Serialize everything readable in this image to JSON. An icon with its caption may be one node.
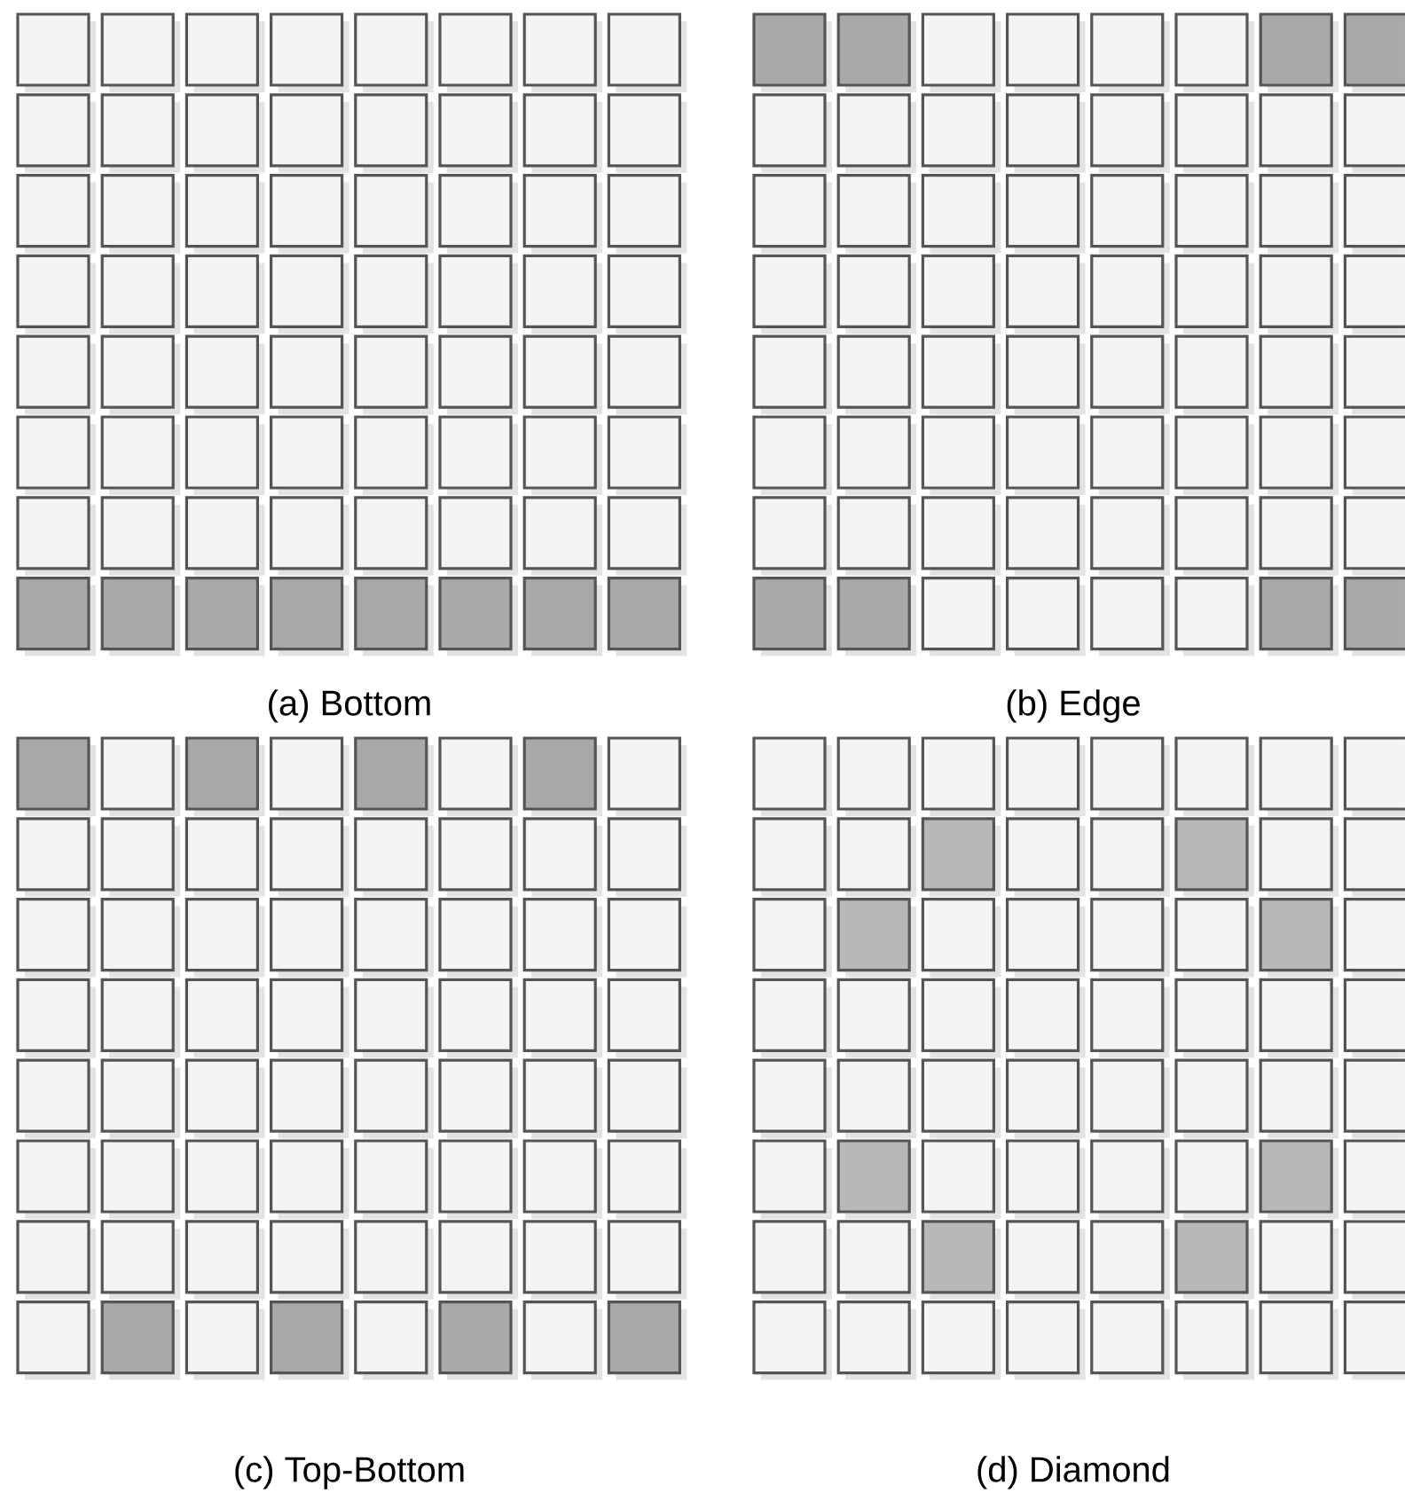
{
  "diagram": {
    "labels": [
      "(a) Bottom",
      "(b) Edge",
      "(c) Top-Bottom",
      "(d) Diamond"
    ]
  }
}
